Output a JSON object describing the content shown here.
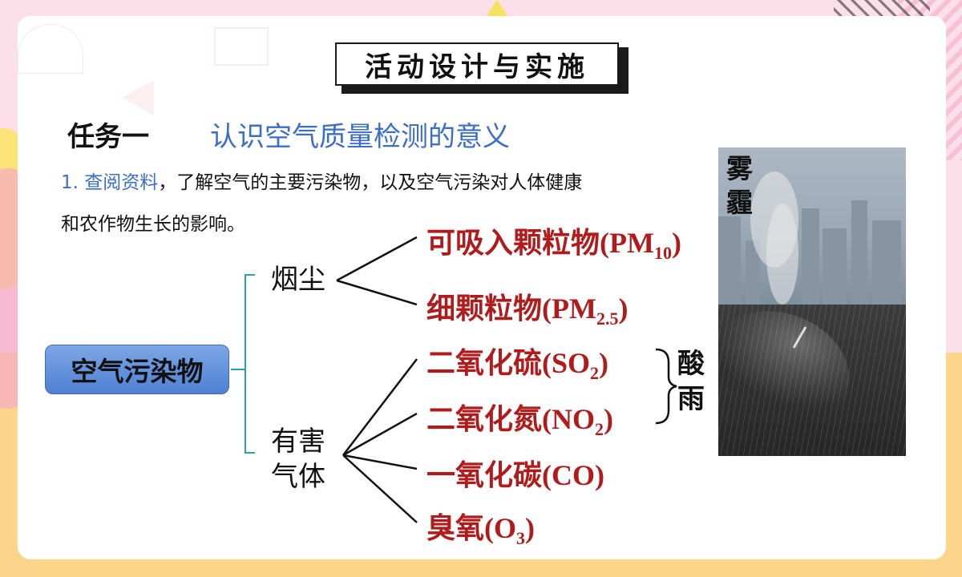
{
  "slide": {
    "title": "活动设计与实施",
    "task_label": "任务一",
    "task_title": "认识空气质量检测的意义",
    "paragraph": {
      "highlight": "1. 查阅资料",
      "text_line1": "，了解空气的主要污染物，以及空气污染对人体健康",
      "text_line2": "和农作物生长的影响。"
    }
  },
  "diagram": {
    "root": "空气污染物",
    "branch_smoke": "烟尘",
    "branch_gas_line1": "有害",
    "branch_gas_line2": "气体",
    "smoke_items": {
      "pm10": {
        "text": "可吸入颗粒物(PM",
        "sub": "10",
        "tail": ")"
      },
      "pm25": {
        "text": "细颗粒物(PM",
        "sub": "2.5",
        "tail": ")"
      }
    },
    "gas_items": {
      "so2": {
        "text": "二氧化硫(SO",
        "sub": "2",
        "tail": ")"
      },
      "no2": {
        "text": "二氧化氮(NO",
        "sub": "2",
        "tail": ")"
      },
      "co": {
        "text": "一氧化碳(CO)"
      },
      "o3": {
        "text": "臭氧(O",
        "sub": "3",
        "tail": ")"
      }
    },
    "acid_rain_line1": "酸",
    "acid_rain_line2": "雨"
  },
  "photos": {
    "smog_label_line1": "雾",
    "smog_label_line2": "霾"
  },
  "colors": {
    "highlight_blue": "#3a6ec7",
    "pollutant_red": "#b01c1c",
    "node_blue": "#4f80d3"
  }
}
